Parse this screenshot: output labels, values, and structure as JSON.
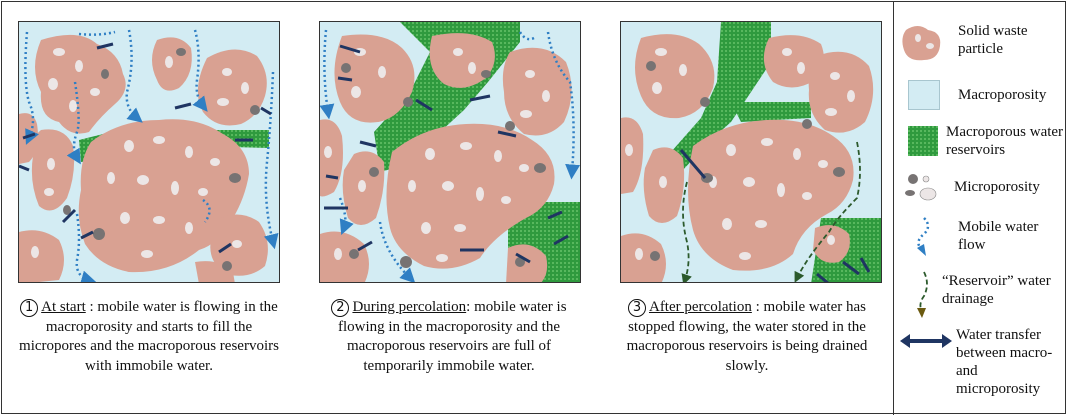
{
  "panels": [
    {
      "num": "1",
      "title": "At start",
      "text": " : mobile water is flowing in the macroporosity and starts to fill the micropores and the macroporous reservoirs with immobile water."
    },
    {
      "num": "2",
      "title": "During percolation",
      "text": ": mobile water is flowing in the macroporosity and the macroporous reservoirs are full of temporarily immobile water."
    },
    {
      "num": "3",
      "title": "After percolation",
      "text": " : mobile water has stopped flowing, the water stored in the macroporous reservoirs is being drained slowly."
    }
  ],
  "legend": {
    "solid_waste": "Solid waste particle",
    "macroporosity": "Macroporosity",
    "reservoirs": "Macroporous water reservoirs",
    "microporosity": "Microporosity",
    "mobile_flow": "Mobile water flow",
    "drainage": "“Reservoir” water drainage",
    "transfer": "Water transfer between macro- and microporosity"
  },
  "colors": {
    "particle": "#d9a192",
    "pore_light": "#ece6e6",
    "pore_dark": "#777373",
    "macroporosity": "#d3ecf3",
    "reservoir": "#2f9a3e",
    "flow": "#2f7fc4",
    "arrow": "#1f3562",
    "drain": "#2c5a2c"
  }
}
